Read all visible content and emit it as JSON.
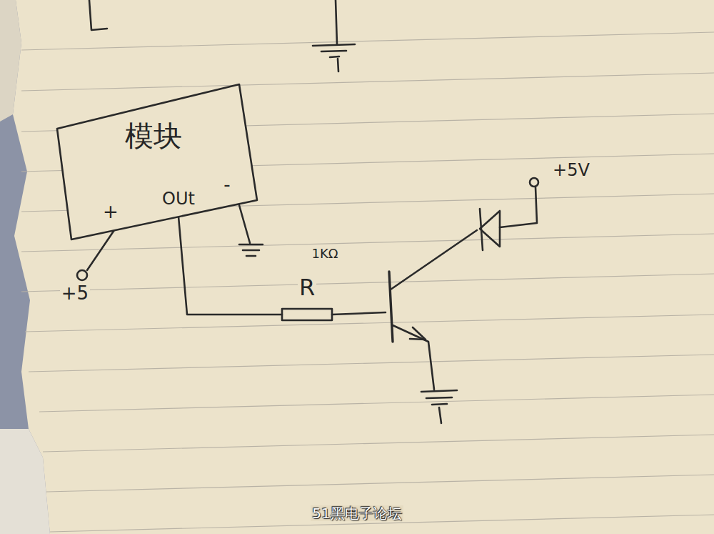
{
  "diagram": {
    "nodes": [
      {
        "text": [
          "模块",
          "+",
          "OUt",
          "-"
        ]
      }
    ],
    "edges": [],
    "labels": [
      "+5",
      "R",
      "1KΩ",
      "+5V",
      "51黑电子论坛"
    ]
  }
}
